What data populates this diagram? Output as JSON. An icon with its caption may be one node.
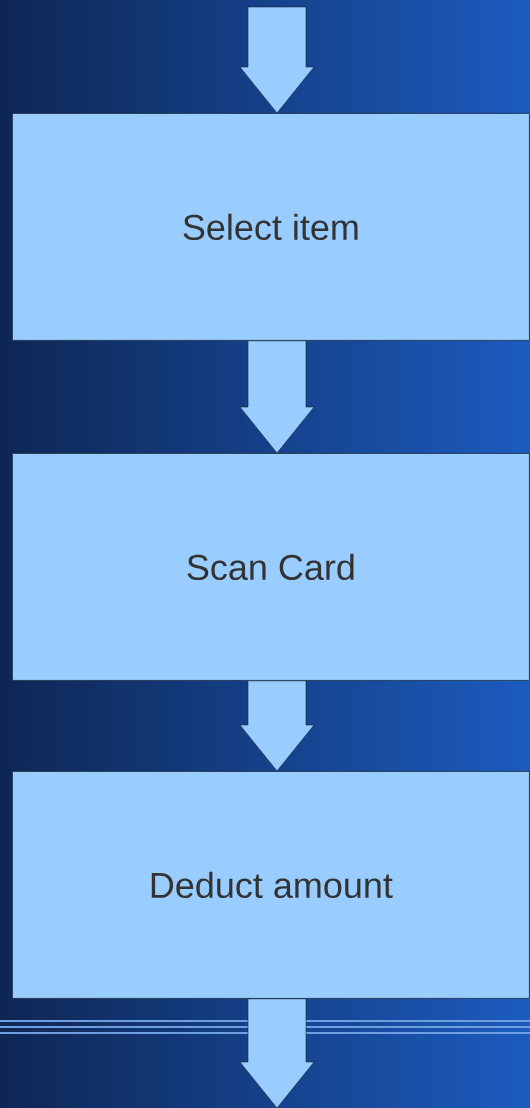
{
  "diagram": {
    "nodes": [
      {
        "text": [
          "Select item"
        ]
      },
      {
        "text": [
          "Scan Card"
        ]
      },
      {
        "text": [
          "Deduct amount"
        ]
      }
    ],
    "edges": [
      {
        "from": null,
        "to": 0,
        "arrow": "to"
      },
      {
        "from": 0,
        "to": 1,
        "arrow": "to"
      },
      {
        "from": 1,
        "to": 2,
        "arrow": "to"
      },
      {
        "from": 2,
        "to": null,
        "arrow": "to"
      }
    ]
  }
}
